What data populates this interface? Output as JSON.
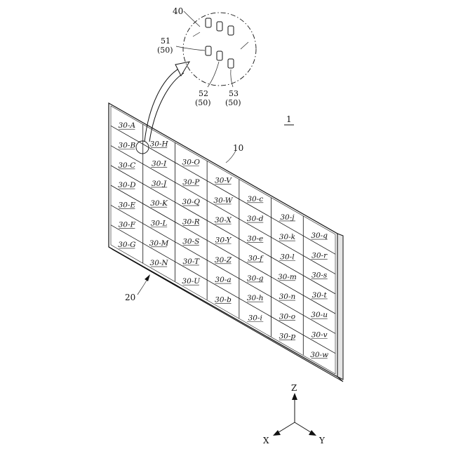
{
  "figure_label": "1",
  "reference_labels": {
    "display": "10",
    "substrate": "20",
    "magnified_region": "40",
    "led_51": "51",
    "led_51_group": "(50)",
    "led_52": "52",
    "led_52_group": "(50)",
    "led_53": "53",
    "led_53_group": "(50)"
  },
  "axes": {
    "z": "Z",
    "x": "X",
    "y": "Y"
  },
  "grid_columns": [
    [
      "30-A",
      "30-B",
      "30-C",
      "30-D",
      "30-E",
      "30-F",
      "30-G"
    ],
    [
      "30-H",
      "30-I",
      "30-J",
      "30-K",
      "30-L",
      "30-M",
      "30-N"
    ],
    [
      "30-O",
      "30-P",
      "30-Q",
      "30-R",
      "30-S",
      "30-T",
      "30-U"
    ],
    [
      "30-V",
      "30-W",
      "30-X",
      "30-Y",
      "30-Z",
      "30-a",
      "30-b"
    ],
    [
      "30-c",
      "30-d",
      "30-e",
      "30-f",
      "30-g",
      "30-h",
      "30-i"
    ],
    [
      "30-j",
      "30-k",
      "30-l",
      "30-m",
      "30-n",
      "30-o",
      "30-p"
    ],
    [
      "30-q",
      "30-r",
      "30-s",
      "30-t",
      "30-u",
      "30-v",
      "30-w"
    ]
  ]
}
